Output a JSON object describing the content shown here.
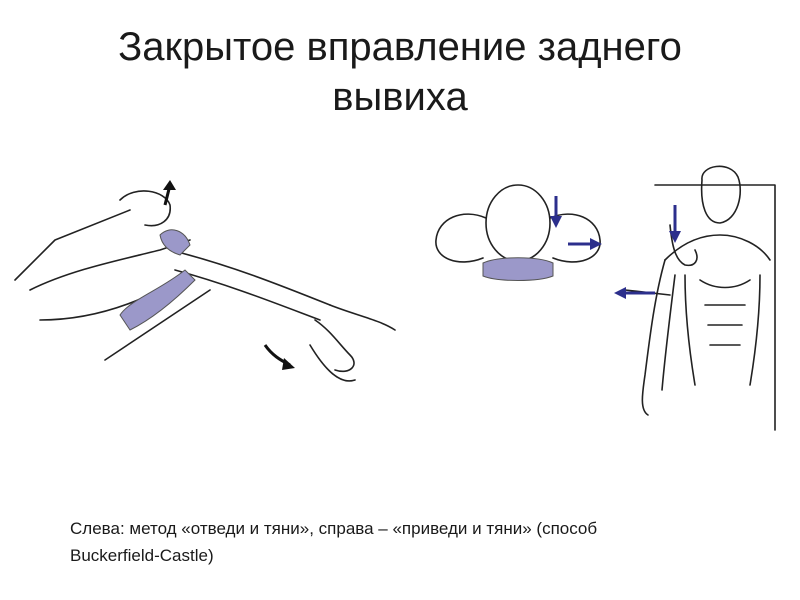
{
  "slide": {
    "title": "Закрытое вправление заднего вывиха",
    "caption_line1": "Слева: метод «отведи и тяни», справа – «приведи и тяни» (способ",
    "caption_line2": "Buckerfield-Castle)"
  },
  "colors": {
    "accent": "#2c2f8c",
    "padding": "#9b98c9",
    "line": "#222222",
    "background": "#ffffff"
  },
  "icons": {
    "arrow": "arrow-icon"
  }
}
